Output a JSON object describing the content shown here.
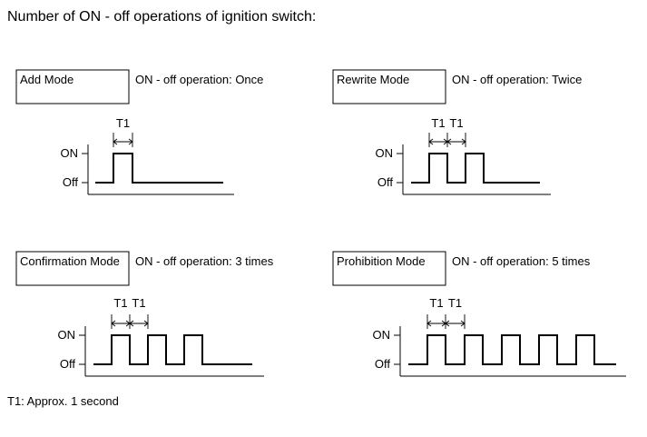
{
  "title": "Number of ON - off operations of ignition switch:",
  "footnote": "T1: Approx. 1 second",
  "levels": {
    "on": "ON",
    "off": "Off"
  },
  "interval_label": "T1",
  "modes": [
    {
      "name": "Add Mode",
      "description": "ON - off operation: Once",
      "pulses": 1
    },
    {
      "name": "Rewrite Mode",
      "description": "ON - off operation: Twice",
      "pulses": 2
    },
    {
      "name": "Confirmation Mode",
      "description": "ON - off operation: 3 times",
      "pulses": 3
    },
    {
      "name": "Prohibition Mode",
      "description": "ON - off operation: 5 times",
      "pulses": 5
    }
  ]
}
